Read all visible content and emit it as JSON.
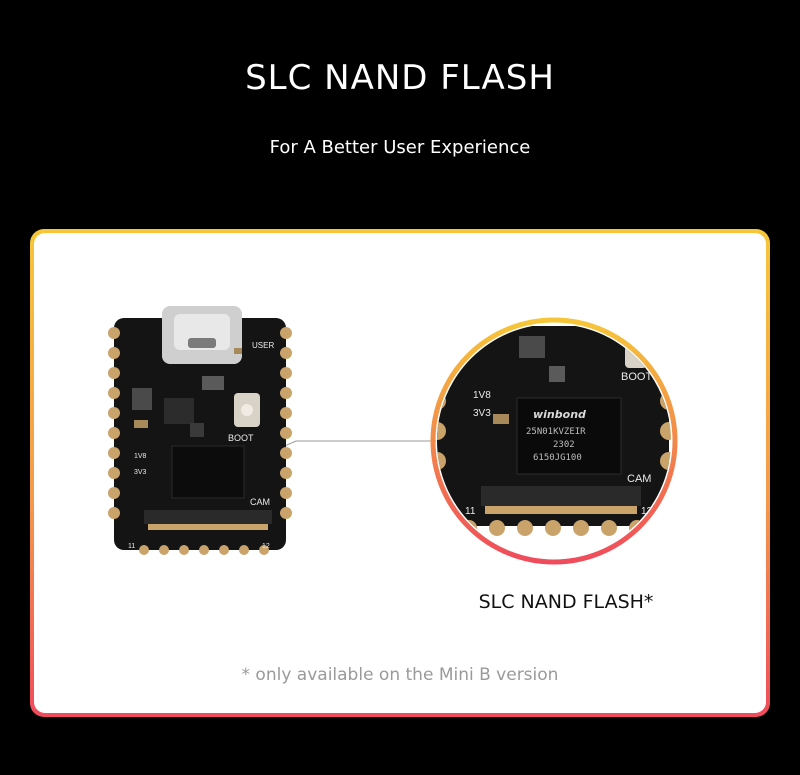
{
  "header": {
    "title": "SLC NAND FLASH",
    "subtitle": "For A Better User Experience"
  },
  "card": {
    "chip_label": "SLC NAND FLASH*",
    "footnote": "* only available on the Mini B version",
    "accent_top": "#f6c638",
    "accent_bottom": "#ef4b5c"
  },
  "board": {
    "silkscreen": {
      "user": "USER",
      "boot": "BOOT",
      "cam": "CAM",
      "v18": "1V8",
      "v33": "3V3",
      "pin_left": "11",
      "pin_right": "12"
    },
    "chip": {
      "brand": "winbond",
      "part": "25N01KVZEIR",
      "date": "2302",
      "lot": "6150JG100"
    }
  }
}
